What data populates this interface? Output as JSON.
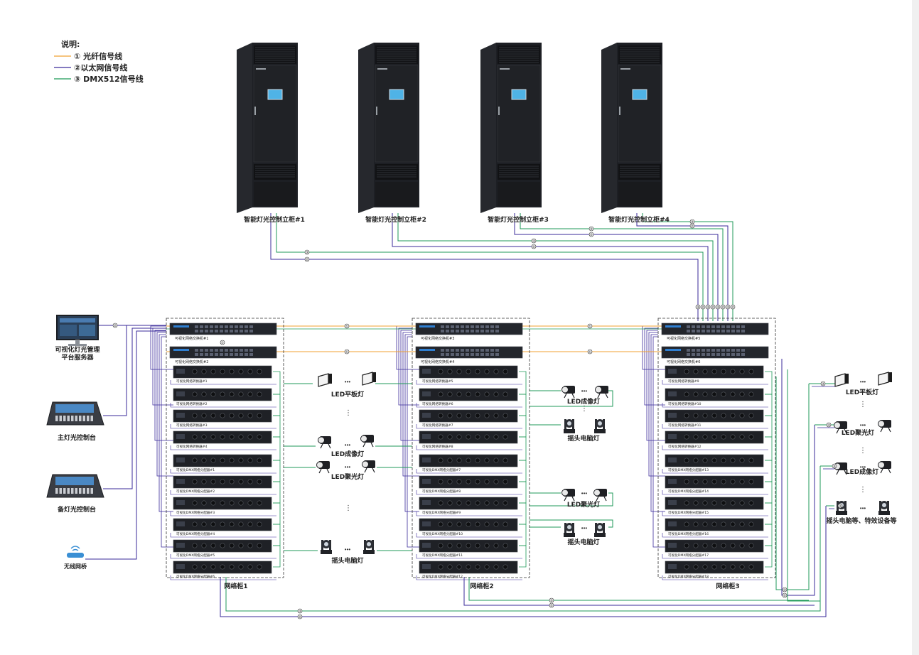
{
  "legend": {
    "title": "说明:",
    "items": [
      {
        "text": "① 光纤信号线",
        "color": "#f0a030"
      },
      {
        "text": "②以太网信号线",
        "color": "#3a2a9a"
      },
      {
        "text": "③ DMX512信号线",
        "color": "#1f9a58"
      }
    ]
  },
  "cabinets": [
    "智能灯光控制立柜#1",
    "智能灯光控制立柜#2",
    "智能灯光控制立柜#3",
    "智能灯光控制立柜#4"
  ],
  "consoles": {
    "server": "可视化灯光管理\n平台服务器",
    "main": "主灯光控制台",
    "backup": "备灯光控制台",
    "wireless": "无线网桥"
  },
  "network_cabinets": [
    {
      "label": "网络柜1",
      "switches": [
        "可视化网络交换机#1",
        "可视化网络交换机#2"
      ],
      "modules": [
        "可视化网络转换器#1",
        "可视化网络转换器#2",
        "可视化网络转换器#3",
        "可视化网络转换器#4",
        "可视化DMX网络分配器#1",
        "可视化DMX网络分配器#2",
        "可视化DMX网络分配器#3",
        "可视化DMX网络分配器#4",
        "可视化DMX网络分配器#5",
        "可视化DMX网络分配器#6"
      ]
    },
    {
      "label": "网络柜2",
      "switches": [
        "可视化网络交换机#3",
        "可视化网络交换机#4"
      ],
      "modules": [
        "可视化网络转换器#5",
        "可视化网络转换器#6",
        "可视化网络转换器#7",
        "可视化网络转换器#8",
        "可视化DMX网络分配器#7",
        "可视化DMX网络分配器#8",
        "可视化DMX网络分配器#9",
        "可视化DMX网络分配器#10",
        "可视化DMX网络分配器#11",
        "可视化DMX网络分配器#12"
      ]
    },
    {
      "label": "网络柜3",
      "switches": [
        "可视化网络交换机#5",
        "可视化网络交换机#6"
      ],
      "modules": [
        "可视化网络转换器#9",
        "可视化网络转换器#10",
        "可视化网络转换器#11",
        "可视化网络转换器#12",
        "可视化DMX网络分配器#13",
        "可视化DMX网络分配器#14",
        "可视化DMX网络分配器#15",
        "可视化DMX网络分配器#16",
        "可视化DMX网络分配器#17",
        "可视化DMX网络分配器#18"
      ]
    }
  ],
  "fixtures": {
    "g1": [
      "LED平板灯",
      "LED成像灯",
      "LED聚光灯",
      "摇头电脑灯"
    ],
    "g2": [
      "LED成像灯",
      "摇头电脑灯",
      "LED聚光灯",
      "摇头电脑灯"
    ],
    "g3": [
      "LED平板灯",
      "LED聚光灯",
      "LED成像灯",
      "摇头电脑等、特效设备等"
    ]
  },
  "marks": {
    "ellipsis": "•••",
    "vdots": "⋮",
    "n1": "①",
    "n2": "②",
    "n3": "③"
  },
  "colors": {
    "fiber": "#f0a030",
    "ethernet": "#3a2a9a",
    "dmx": "#1f9a58",
    "device": "#1d1f24"
  }
}
